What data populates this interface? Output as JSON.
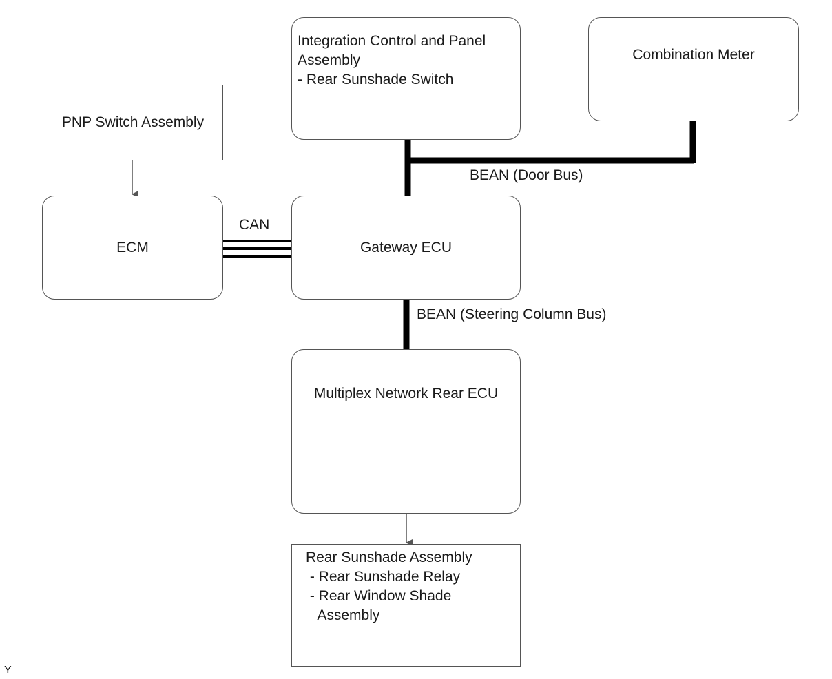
{
  "nodes": {
    "pnp": {
      "label": "PNP Switch Assembly"
    },
    "ecm": {
      "label": "ECM"
    },
    "integration": {
      "lines": [
        "Integration Control and Panel",
        "Assembly",
        "- Rear Sunshade Switch"
      ]
    },
    "combination": {
      "label": "Combination Meter"
    },
    "gateway": {
      "label": "Gateway ECU"
    },
    "multiplex": {
      "label": "Multiplex Network Rear ECU"
    },
    "sunshade": {
      "lines": [
        "Rear Sunshade Assembly",
        " - Rear Sunshade Relay",
        " - Rear Window Shade",
        "   Assembly"
      ]
    }
  },
  "edges": {
    "can": "CAN",
    "bean_door": "BEAN (Door Bus)",
    "bean_steering": "BEAN (Steering Column Bus)"
  },
  "footer": {
    "code": "Y"
  },
  "colors": {
    "line": "#000000",
    "border": "#555555"
  }
}
